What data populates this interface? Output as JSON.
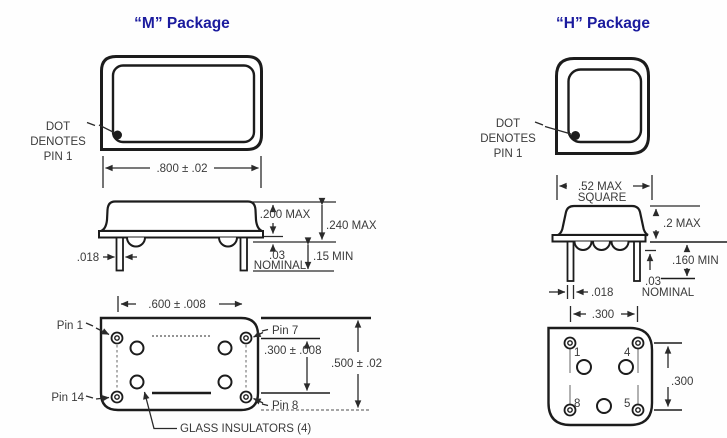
{
  "colors": {
    "title_navy": "#1b1b9e",
    "line_black": "#1c1c1c",
    "text_gray": "#3a3a3a"
  },
  "m": {
    "title": "“M” Package",
    "dot_note": {
      "l1": "DOT",
      "l2": "DENOTES",
      "l3": "PIN 1"
    },
    "top": {
      "width": ".800 ± .02"
    },
    "side": {
      "lid_height": ".200 MAX",
      "overall": ".240 MAX",
      "standoff": ".03",
      "standoff2": "NOMINAL",
      "pin_min": ".15 MIN",
      "pin_dia": ".018"
    },
    "bottom": {
      "pin_span": ".600 ± .008",
      "row_span": ".300 ± .008",
      "body": ".500 ± .02",
      "pin1": "Pin 1",
      "pin7": "Pin 7",
      "pin14": "Pin 14",
      "pin8": "Pin 8",
      "note": "GLASS INSULATORS (4)"
    }
  },
  "h": {
    "title": "“H” Package",
    "dot_note": {
      "l1": "DOT",
      "l2": "DENOTES",
      "l3": "PIN 1"
    },
    "top": {
      "width": ".52 MAX",
      "width2": "SQUARE"
    },
    "side": {
      "lid_height": ".2 MAX",
      "pin_min": ".160 MIN",
      "standoff": ".03",
      "standoff2": "NOMINAL",
      "pin_dia": ".018"
    },
    "bottom": {
      "width": ".300",
      "height": ".300",
      "pin1": "1",
      "pin4": "4",
      "pin8": "8",
      "pin5": "5"
    }
  }
}
